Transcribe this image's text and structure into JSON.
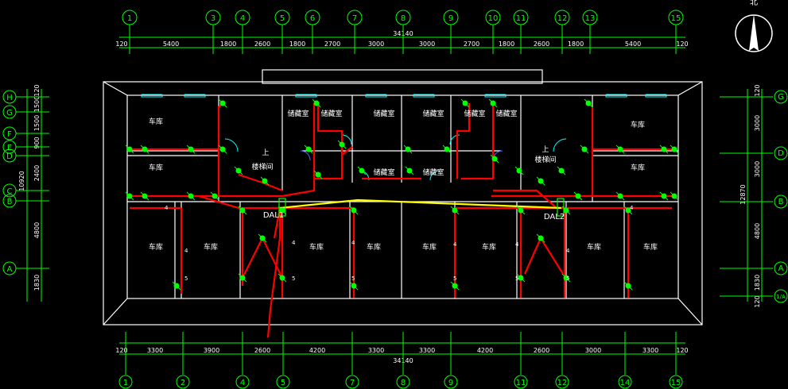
{
  "top_grid": [
    "1",
    "3",
    "4",
    "5",
    "6",
    "7",
    "8",
    "9",
    "10",
    "11",
    "12",
    "13",
    "15"
  ],
  "bottom_grid": [
    "1",
    "2",
    "4",
    "5",
    "7",
    "8",
    "9",
    "11",
    "12",
    "14",
    "15"
  ],
  "left_grid": [
    "H",
    "G",
    "F",
    "E",
    "D",
    "C",
    "B",
    "A"
  ],
  "right_grid": [
    "G",
    "D",
    "B",
    "A",
    "1/A"
  ],
  "top_dims": [
    "120",
    "5400",
    "1800",
    "2600",
    "1800",
    "2700",
    "3000",
    "3000",
    "2700",
    "1800",
    "2600",
    "1800",
    "5400",
    "120"
  ],
  "top_total": "34140",
  "bottom_dims": [
    "120",
    "3300",
    "3900",
    "2600",
    "4200",
    "3300",
    "3300",
    "4200",
    "2600",
    "3000",
    "3300",
    "120"
  ],
  "bottom_total": "34140",
  "left_dims": [
    "120",
    "1500",
    "1500",
    "900",
    "2400",
    "4800",
    "1830"
  ],
  "left_total": "10920",
  "right_dims": [
    "120",
    "3000",
    "3000",
    "4800",
    "1830",
    "120"
  ],
  "right_total": "12870",
  "north_label": "北",
  "rooms": {
    "garage": "车库",
    "storage": "储藏室",
    "stair": "楼梯间",
    "up": "上"
  },
  "panels": {
    "left": "DAL1",
    "right": "DAL2"
  },
  "circuit_labels": {
    "four": "4",
    "five": "5"
  },
  "colors": {
    "wall": "#ffffff",
    "grid": "#00ff00",
    "circuit": "#ff0000",
    "trunk": "#ffff00",
    "door": "#00ffff"
  }
}
